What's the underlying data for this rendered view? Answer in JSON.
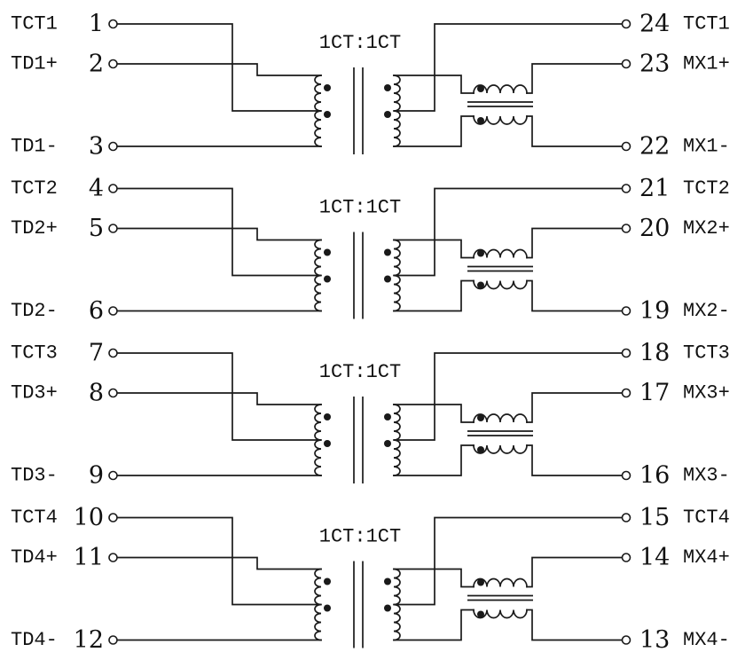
{
  "diagram": {
    "type": "transformer-schematic",
    "transformer_ratio_label": "1CT:1CT",
    "colors": {
      "line": "#1a1a1a",
      "background": "#ffffff",
      "text": "#111111"
    },
    "channels": [
      {
        "name": "channel-1",
        "left_pins": [
          {
            "label": "TCT1",
            "number": "1",
            "role": "tct"
          },
          {
            "label": "TD1+",
            "number": "2",
            "role": "td-plus"
          },
          {
            "label": "TD1-",
            "number": "3",
            "role": "td-minus"
          }
        ],
        "right_pins": [
          {
            "label": "TCT1",
            "number": "24",
            "role": "tct"
          },
          {
            "label": "MX1+",
            "number": "23",
            "role": "mx-plus"
          },
          {
            "label": "MX1-",
            "number": "22",
            "role": "mx-minus"
          }
        ]
      },
      {
        "name": "channel-2",
        "left_pins": [
          {
            "label": "TCT2",
            "number": "4",
            "role": "tct"
          },
          {
            "label": "TD2+",
            "number": "5",
            "role": "td-plus"
          },
          {
            "label": "TD2-",
            "number": "6",
            "role": "td-minus"
          }
        ],
        "right_pins": [
          {
            "label": "TCT2",
            "number": "21",
            "role": "tct"
          },
          {
            "label": "MX2+",
            "number": "20",
            "role": "mx-plus"
          },
          {
            "label": "MX2-",
            "number": "19",
            "role": "mx-minus"
          }
        ]
      },
      {
        "name": "channel-3",
        "left_pins": [
          {
            "label": "TCT3",
            "number": "7",
            "role": "tct"
          },
          {
            "label": "TD3+",
            "number": "8",
            "role": "td-plus"
          },
          {
            "label": "TD3-",
            "number": "9",
            "role": "td-minus"
          }
        ],
        "right_pins": [
          {
            "label": "TCT3",
            "number": "18",
            "role": "tct"
          },
          {
            "label": "MX3+",
            "number": "17",
            "role": "mx-plus"
          },
          {
            "label": "MX3-",
            "number": "16",
            "role": "mx-minus"
          }
        ]
      },
      {
        "name": "channel-4",
        "left_pins": [
          {
            "label": "TCT4",
            "number": "10",
            "role": "tct"
          },
          {
            "label": "TD4+",
            "number": "11",
            "role": "td-plus"
          },
          {
            "label": "TD4-",
            "number": "12",
            "role": "td-minus"
          }
        ],
        "right_pins": [
          {
            "label": "TCT4",
            "number": "15",
            "role": "tct"
          },
          {
            "label": "MX4+",
            "number": "14",
            "role": "mx-plus"
          },
          {
            "label": "MX4-",
            "number": "13",
            "role": "mx-minus"
          }
        ]
      }
    ]
  }
}
